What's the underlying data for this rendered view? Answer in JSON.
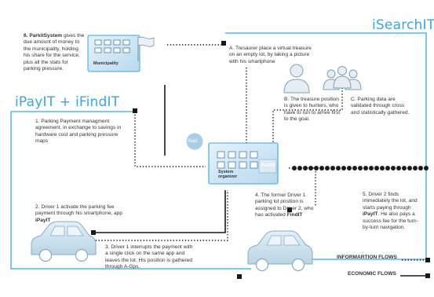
{
  "headings": {
    "isearchit": "iSearchIT",
    "ipayit": "iPayIT + iFindIT"
  },
  "nodes": {
    "municipality": "Municipality",
    "start": "Start",
    "system_organizer": "System organizer",
    "parkit_logo": "ParkIt"
  },
  "steps": {
    "s6_bold": "6. ParkitSystem",
    "s6_rest": " gives the due amount of money to the municipality, holding his share for the service, plus all the stats for parking pressure.",
    "sA": "A. Tresaurer place a virtual treasure on an empty lot, by taking a picture with his smartphone",
    "sB": "B. The treasure position is given to hunters, who have to run to arrive first to the goal.",
    "sC": "C. Parking data are validated through cross and statistically gathered.",
    "s1": "1. Parking Payment managment agreement, in exchange to savings in hardware cost and parking pressure maps",
    "s2_pre": "2. Driver 1 activate the parking fee payment through his smartphone, app ",
    "s2_bold": "iPayIT",
    "s3": "3. Driver 1 interrupts the payment with a single click on the same app and leaves the lot. His position is gathered through A-Gps.",
    "s4_pre": "4. The former Driver 1 parking lot position is assigned to Driver 2, who has activated ",
    "s4_bold": "FindIT",
    "s5_pre": "5. Driver 2 finds immediately the lot, and starts paying through ",
    "s5_bold": "iPayIT",
    "s5_post": ". He also pays a success fee for the turn-by-turn navigation."
  },
  "legend": {
    "information": "INFORMARTION FLOWS",
    "economic": "ECONOMIC FLOWS"
  },
  "colors": {
    "accent_blue": "#3aa6dd",
    "node_fill": "#cfe6f5",
    "car_fill": "#cfe4f2",
    "person_fill": "#e3edf4",
    "flow_dark": "#1a1a1a"
  }
}
